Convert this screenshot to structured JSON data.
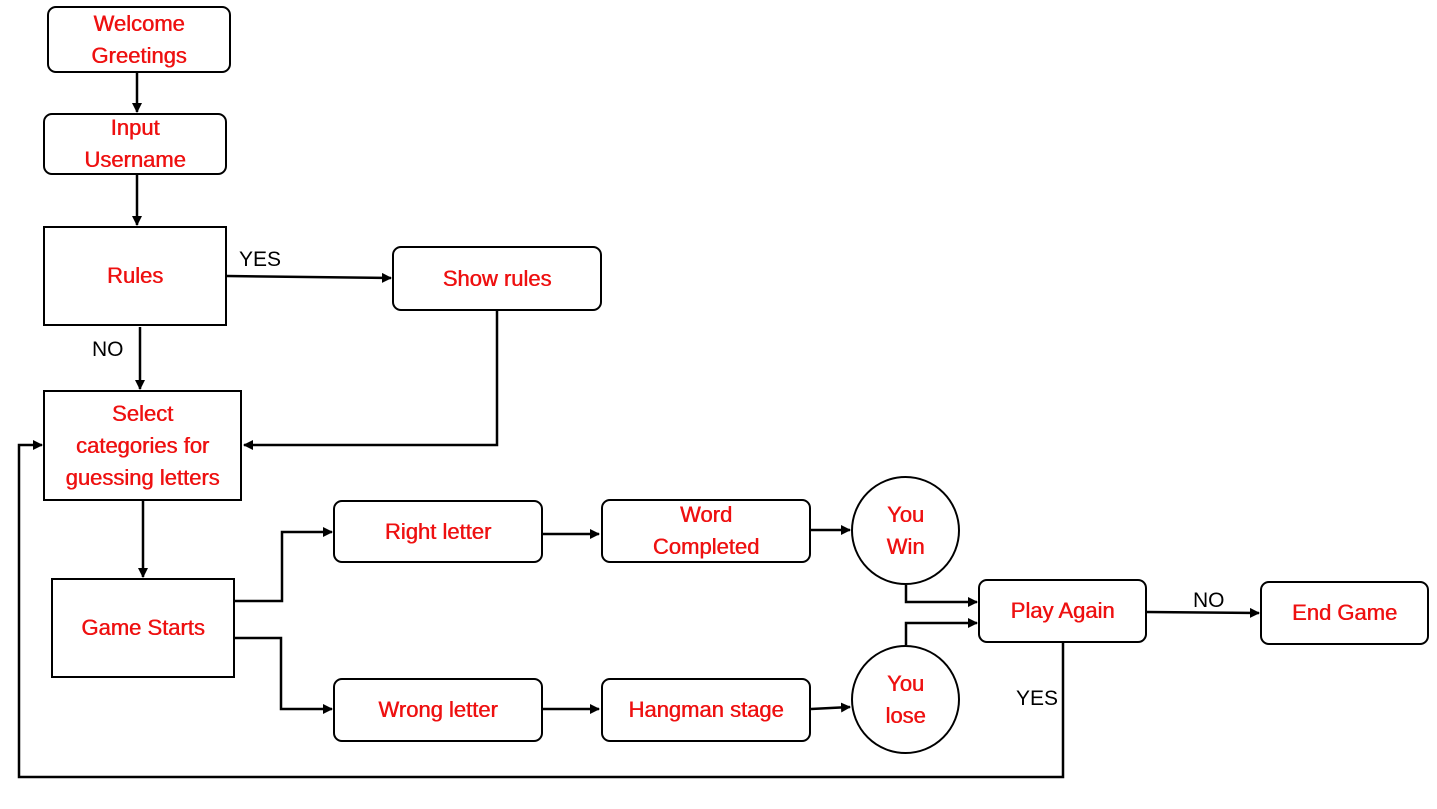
{
  "nodes": {
    "welcome": "Welcome\nGreetings",
    "username": "Input\nUsername",
    "rules": "Rules",
    "show_rules": "Show rules",
    "select_categories": "Select\ncategories for\nguessing letters",
    "game_starts": "Game Starts",
    "right_letter": "Right letter",
    "word_completed": "Word\nCompleted",
    "you_win": "You\nWin",
    "wrong_letter": "Wrong letter",
    "hangman_stage": "Hangman stage",
    "you_lose": "You\nlose",
    "play_again": "Play Again",
    "end_game": "End Game"
  },
  "edge_labels": {
    "rules_yes": "YES",
    "rules_no": "NO",
    "play_again_no": "NO",
    "play_again_yes": "YES"
  },
  "colors": {
    "node_text": "#ee1111",
    "border": "#000000",
    "edge_label_text": "#000000"
  }
}
